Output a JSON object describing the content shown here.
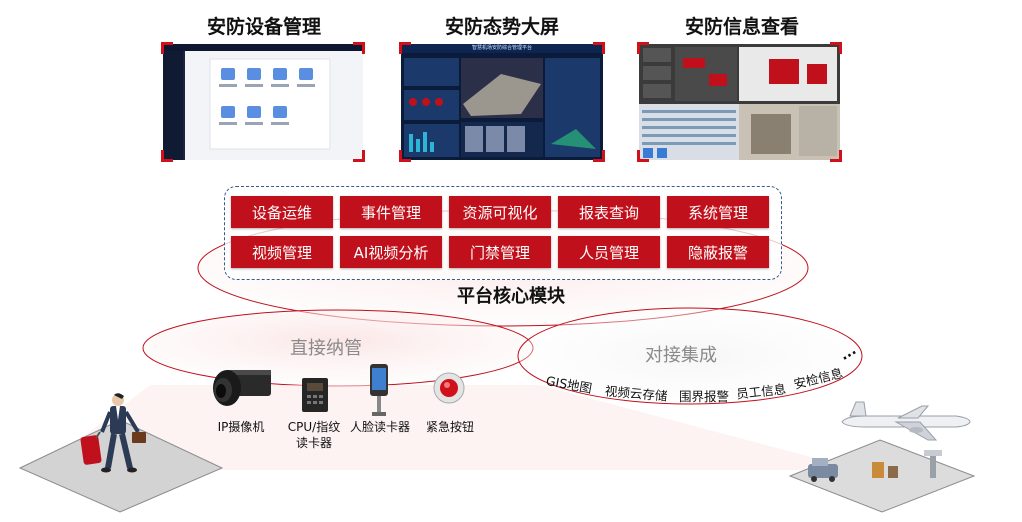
{
  "screens": [
    {
      "title": "安防设备管理"
    },
    {
      "title": "安防态势大屏",
      "banner": "智慧机场安防综合管理平台"
    },
    {
      "title": "安防信息查看"
    }
  ],
  "modules": {
    "row1": [
      "设备运维",
      "事件管理",
      "资源可视化",
      "报表查询",
      "系统管理"
    ],
    "row2": [
      "视频管理",
      "AI视频分析",
      "门禁管理",
      "人员管理",
      "隐蔽报警"
    ]
  },
  "core_label": "平台核心模块",
  "direct": {
    "label": "直接纳管",
    "devices": [
      "IP摄像机",
      "CPU/指纹\n读卡器",
      "人脸读卡器",
      "紧急按钮"
    ]
  },
  "integration": {
    "label": "对接集成",
    "items": [
      "GIS地图",
      "视频云存储",
      "围界报警",
      "员工信息",
      "安检信息"
    ],
    "more": "···"
  },
  "colors": {
    "accent": "#c0101b",
    "frame": "#d0101b",
    "dash": "#3a5a8c"
  }
}
